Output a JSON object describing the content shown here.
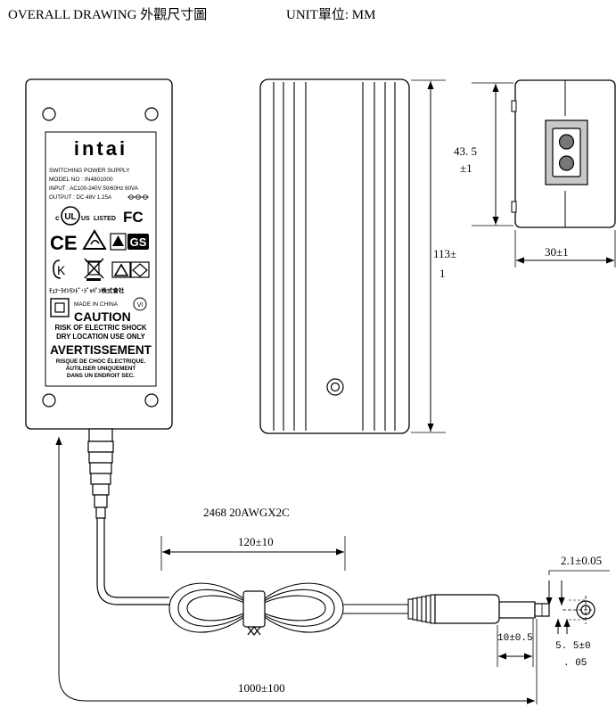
{
  "header": {
    "title": "OVERALL DRAWING 外觀尺寸圖",
    "unit": "UNIT單位: MM"
  },
  "label": {
    "brand": "intai",
    "product": "SWITCHING POWER SUPPLY",
    "model": "MODEL NO : IN4801000",
    "input": "INPUT : AC100-240V 50/60Hz 60VA",
    "output": "OUTPUT : DC 48V 1.25A",
    "mark_ul": "UL",
    "mark_c": "c",
    "mark_us": "US",
    "listed": "LISTED",
    "mark_fc": "FC",
    "mark_ce": "CE",
    "mark_gs": "GS",
    "mark_kc": "K",
    "tuv": "ﾃｭﾌ･ﾗｲﾝﾗﾝﾄﾞ･ｼﾞｬﾊﾟﾝ株式會社",
    "made_in": "MADE IN CHINA",
    "level": "VI",
    "caution": "CAUTION",
    "caution_l1": "RISK OF ELECTRIC SHOCK",
    "caution_l2": "DRY LOCATION USE ONLY",
    "avertissement": "AVERTISSEMENT",
    "avert_l1": "RISQUE DE CHOC ÉLECTRIQUE.",
    "avert_l2": "ÀUTILISER UNIQUEMENT",
    "avert_l3": "DANS UN ENDROIT SEC."
  },
  "dimensions": {
    "height_top": "43. 5",
    "height_bot": "±1",
    "length_top": "113±",
    "length_bot": "1",
    "width": "30±1",
    "cable_spec": "2468 20AWGX2C",
    "coil": "120±10",
    "plug_len": "10±0.5",
    "pin": "2.1±0.05",
    "od_top": "5. 5±0",
    "od_bot": ". 05",
    "cable_len": "1000±100"
  }
}
